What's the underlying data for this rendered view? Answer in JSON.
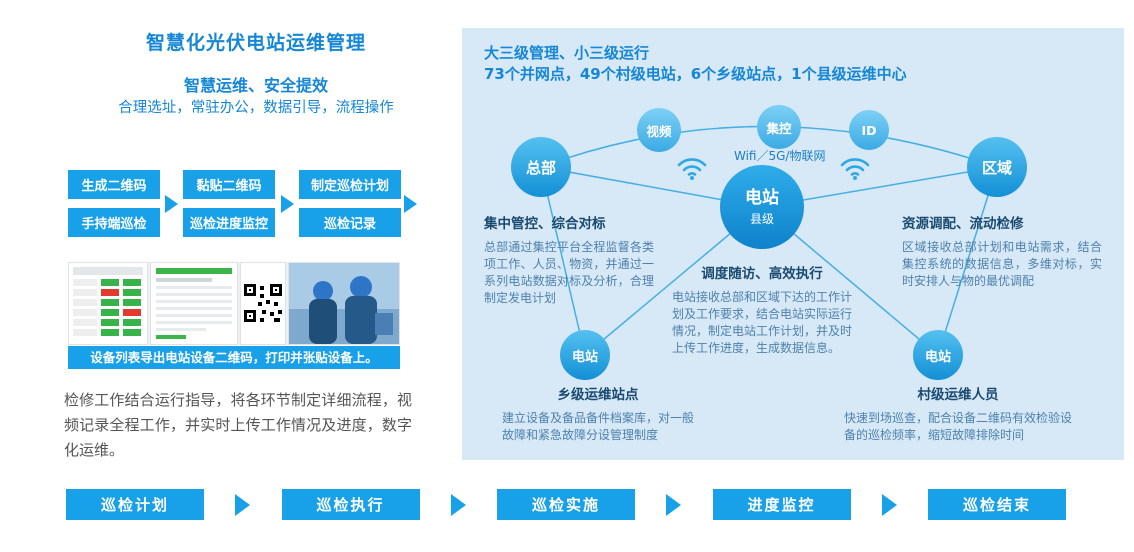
{
  "colors": {
    "accent": "#18A0E8",
    "title_blue": "#1686D6",
    "panel_bg": "#D7E9F6"
  },
  "left": {
    "title": "智慧化光伏电站运维管理",
    "subtitle": "智慧运维、安全提效",
    "tagline": "合理选址，常驻办公，数据引导，流程操作",
    "flow": {
      "row1": [
        "生成二维码",
        "黏贴二维码",
        "制定巡检计划"
      ],
      "row2": [
        "手持端巡检",
        "巡检进度监控",
        "巡检记录"
      ]
    },
    "image_caption": "设备列表导出电站设备二维码，打印并张贴设备上。",
    "description": "检修工作结合运行指导，将各环节制定详细流程，视频记录全程工作，并实时上传工作情况及进度，数字化运维。"
  },
  "right": {
    "title": "大三级管理、小三级运行",
    "stats": "73个并网点，49个村级电站，6个乡级站点，1个县级运维中心",
    "network": {
      "hq": "总部",
      "region": "区域",
      "video": "视频",
      "control": "集控",
      "id": "ID",
      "center_line1": "电站",
      "center_line2": "县级",
      "station_left": "电站",
      "station_right": "电站",
      "wifi_label": "Wifi／5G/物联网"
    },
    "sections": [
      {
        "heading": "集中管控、综合对标",
        "body": "总部通过集控平台全程监督各类项工作、人员、物资，并通过一系列电站数据对标及分析，合理制定发电计划"
      },
      {
        "heading": "资源调配、流动检修",
        "body": "区域接收总部计划和电站需求，结合集控系统的数据信息，多维对标，实时安排人与物的最优调配"
      },
      {
        "heading": "调度随访、高效执行",
        "body": "电站接收总部和区域下达的工作计划及工作要求，结合电站实际运行情况，制定电站工作计划，并及时上传工作进度，生成数据信息。"
      },
      {
        "heading": "乡级运维站点",
        "body": "建立设备及备品备件档案库，对一般故障和紧急故障分设管理制度"
      },
      {
        "heading": "村级运维人员",
        "body": "快速到场巡查，配合设备二维码有效检验设备的巡检频率，缩短故障排除时间"
      }
    ]
  },
  "bottom_flow": [
    "巡检计划",
    "巡检执行",
    "巡检实施",
    "进度监控",
    "巡检结束"
  ]
}
